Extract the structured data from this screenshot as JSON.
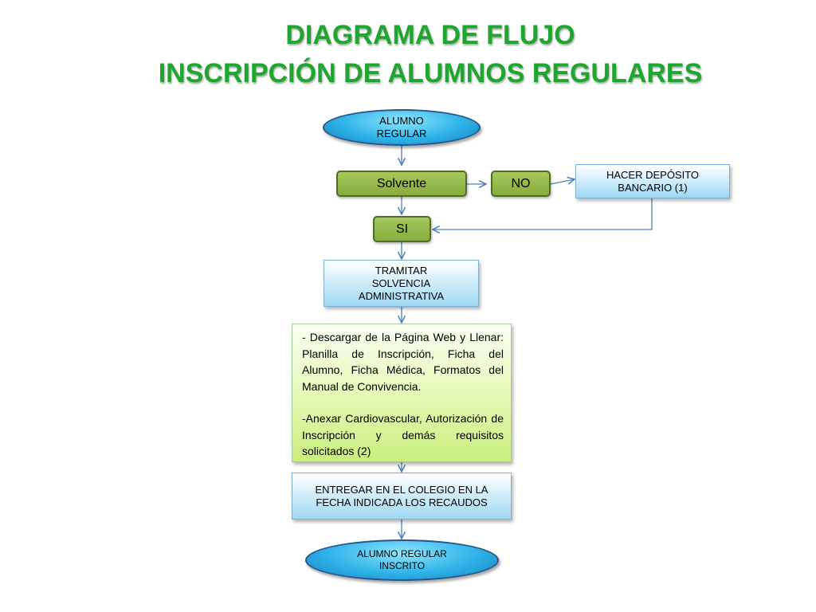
{
  "title": {
    "line1": "DIAGRAMA DE FLUJO",
    "line2": "INSCRIPCIÓN DE ALUMNOS REGULARES"
  },
  "nodes": {
    "start": "ALUMNO\nREGULAR",
    "solvente": "Solvente",
    "no": "NO",
    "deposito": "HACER DEPÓSITO\nBANCARIO  (1)",
    "si": "SI",
    "tramitar": "TRAMITAR\nSOLVENCIA\nADMINISTRATIVA",
    "steps": {
      "para1": "- Descargar de la Página Web y Llenar: Planilla de Inscripción, Ficha del Alumno, Ficha Médica, Formatos del Manual de Convivencia.",
      "para2": "-Anexar Cardiovascular, Autorización de Inscripción y demás requisitos solicitados (2)"
    },
    "entregar": "ENTREGAR EN EL COLEGIO EN  LA FECHA INDICADA LOS RECAUDOS",
    "end": "ALUMNO REGULAR\nINSCRITO"
  },
  "colors": {
    "title": "#1fa62e",
    "connector": "#4f81bd"
  }
}
